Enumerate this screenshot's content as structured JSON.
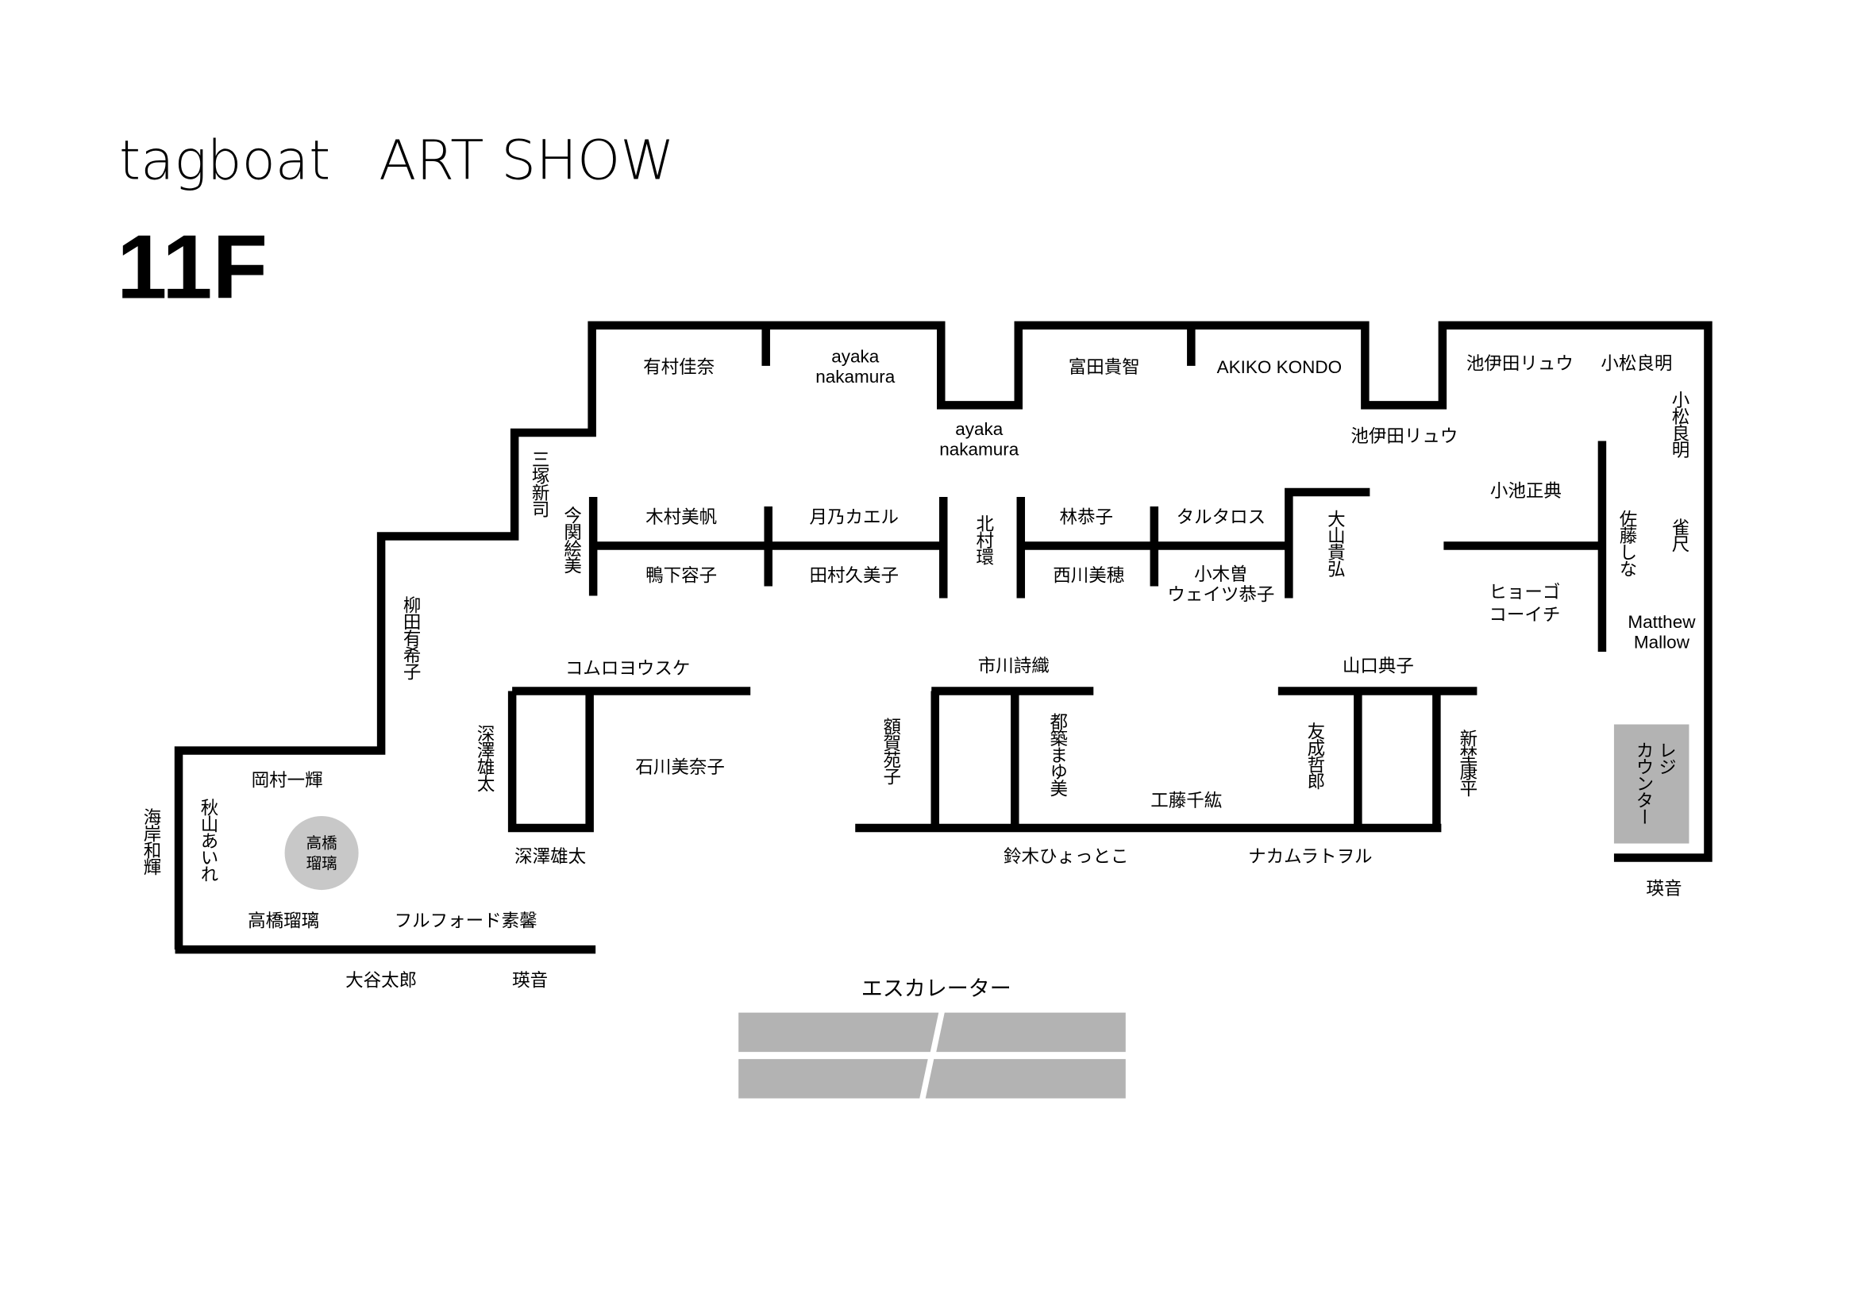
{
  "header": {
    "brand": "tagboat",
    "title": "ART SHOW",
    "floor": "11F"
  },
  "colors": {
    "wall": "#000000",
    "register": "#b3b3b3",
    "sculpture": "#c8c8c8",
    "escalator": "#b3b3b3"
  },
  "booths": {
    "top_row": [
      "有村佳奈",
      "ayaka",
      "nakamura",
      "富田貴智",
      "AKIKO KONDO",
      "池伊田リュウ",
      "小松良明"
    ],
    "alcoves": [
      "ayaka",
      "nakamura",
      "池伊田リュウ"
    ],
    "center_upper": [
      "木村美帆",
      "月乃カエル",
      "林恭子",
      "タルタロス",
      "小池正典"
    ],
    "center_lower": [
      "鴨下容子",
      "田村久美子",
      "西川美穂",
      "小木曽",
      "ウェイツ恭子",
      "ヒョーゴ",
      "コーイチ",
      "Matthew",
      "Mallow"
    ],
    "lower_row": [
      "コムロヨウスケ",
      "市川詩織",
      "山口典子",
      "石川美奈子",
      "岡村一輝",
      "工藤千紘",
      "深澤雄太",
      "鈴木ひょっとこ",
      "ナカムラトヲル",
      "瑛音",
      "高橋瑠璃",
      "フルフォード素馨",
      "大谷太郎",
      "瑛音"
    ],
    "vertical": [
      "三塚新司",
      "今関絵美",
      "柳田有希子",
      "北村環",
      "大山貴弘",
      "小松良明",
      "雀尺",
      "佐藤しな",
      "深澤雄太",
      "額賀苑子",
      "都築まゆ美",
      "友成哲郎",
      "新埜康平",
      "秋山あいれ",
      "海岸和輝"
    ],
    "sculpture": [
      "高橋",
      "瑠璃"
    ]
  },
  "register": {
    "line1": "レジ",
    "line2": "カウンター"
  },
  "escalator": {
    "label": "エスカレーター"
  }
}
